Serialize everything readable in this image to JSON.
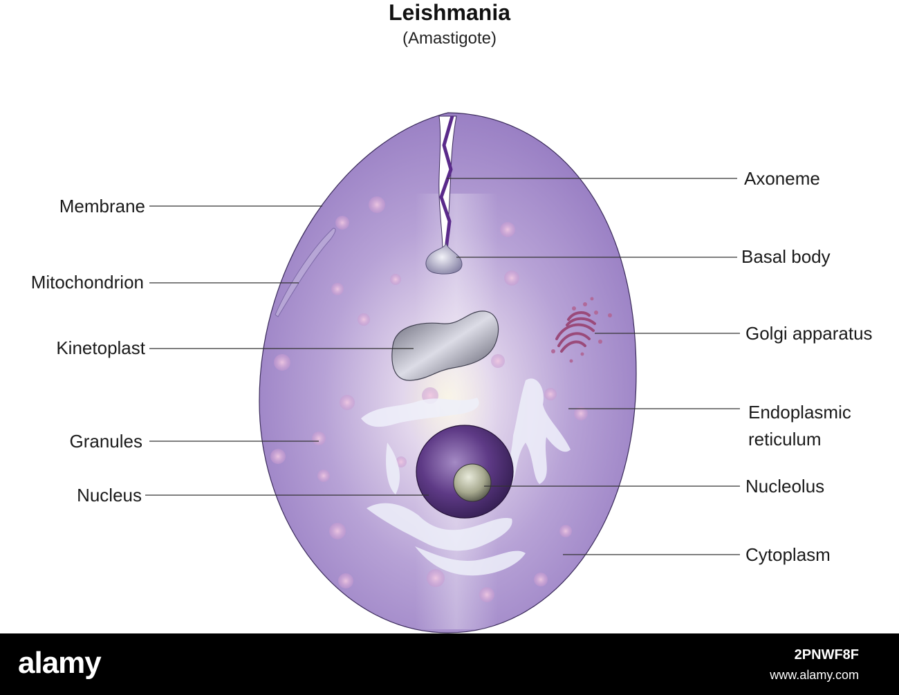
{
  "title": "Leishmania",
  "subtitle": "(Amastigote)",
  "labels": {
    "membrane": "Membrane",
    "mitochondrion": "Mitochondrion",
    "kinetoplast": "Kinetoplast",
    "granules": "Granules",
    "nucleus": "Nucleus",
    "axoneme": "Axoneme",
    "basal_body": "Basal body",
    "golgi": "Golgi apparatus",
    "er_line1": "Endoplasmic",
    "er_line2": "reticulum",
    "nucleolus": "Nucleolus",
    "cytoplasm": "Cytoplasm"
  },
  "watermark": {
    "logo": "alamy",
    "image_id": "2PNWF8F",
    "url": "www.alamy.com"
  },
  "colors": {
    "cell_fill": "#9b82c4",
    "cell_highlight": "#f3ecd9",
    "nucleus": "#4a2c6b",
    "nucleolus": "#b9bba4",
    "kinetoplast": "#8a8a9a",
    "golgi": "#9a4a7a",
    "granule": "#e7b7d6",
    "flagellum": "#5a2a8a"
  }
}
